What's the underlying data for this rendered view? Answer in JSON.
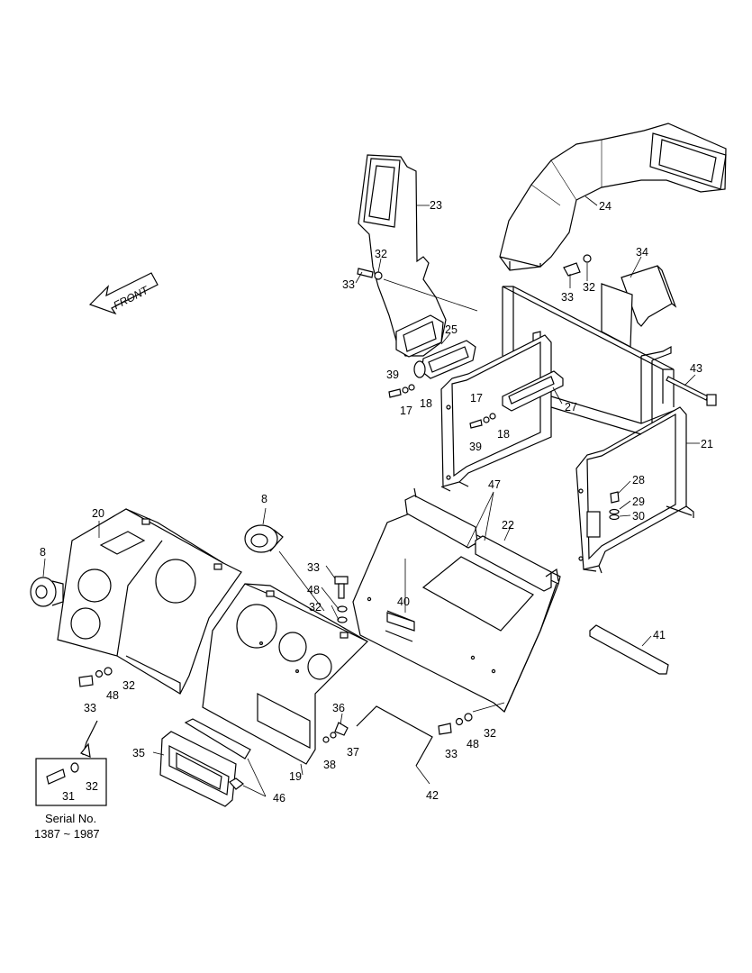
{
  "front_label": "FRONT",
  "serial_note": {
    "line1": "Serial No.",
    "line2": "1387 ~ 1987"
  },
  "callouts": {
    "c8a": "8",
    "c8b": "8",
    "c17a": "17",
    "c17b": "17",
    "c18a": "18",
    "c18b": "18",
    "c19": "19",
    "c20": "20",
    "c21": "21",
    "c22": "22",
    "c23": "23",
    "c24": "24",
    "c25": "25",
    "c27": "27",
    "c28": "28",
    "c29": "29",
    "c30": "30",
    "c31": "31",
    "c32a": "32",
    "c32b": "32",
    "c32c": "32",
    "c32d": "32",
    "c32e": "32",
    "c32f": "32",
    "c33a": "33",
    "c33b": "33",
    "c33c": "33",
    "c33d": "33",
    "c33e": "33",
    "c34": "34",
    "c35": "35",
    "c36": "36",
    "c37": "37",
    "c38": "38",
    "c39a": "39",
    "c39b": "39",
    "c40": "40",
    "c41": "41",
    "c42": "42",
    "c43": "43",
    "c46": "46",
    "c47": "47",
    "c48a": "48",
    "c48b": "48",
    "c48c": "48"
  }
}
